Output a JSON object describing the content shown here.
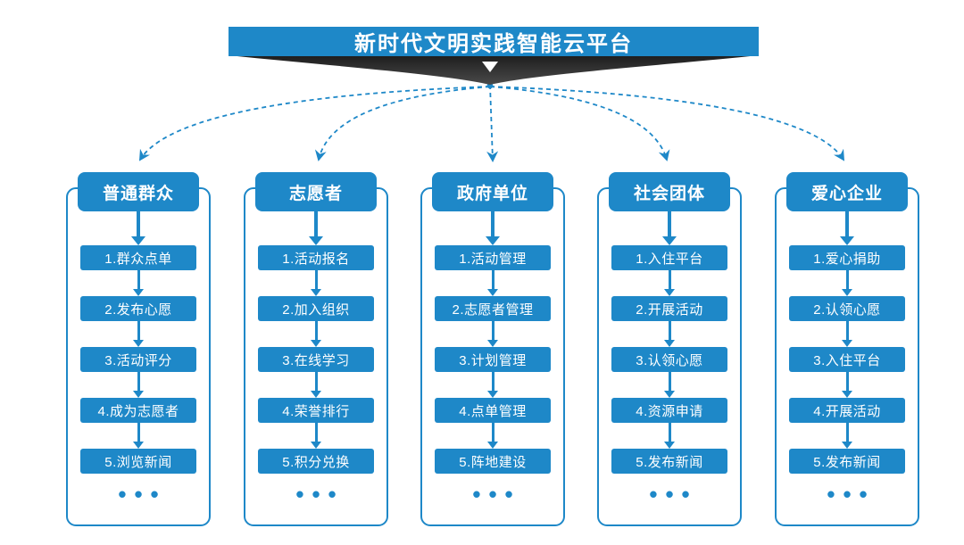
{
  "banner": {
    "title": "新时代文明实践智能云平台"
  },
  "colors": {
    "primary": "#1e88c8",
    "ribbon_dark": "#2a2a2a",
    "background": "#ffffff"
  },
  "columns": [
    {
      "header": "普通群众",
      "steps": [
        "1.群众点单",
        "2.发布心愿",
        "3.活动评分",
        "4.成为志愿者",
        "5.浏览新闻"
      ],
      "more": "•••"
    },
    {
      "header": "志愿者",
      "steps": [
        "1.活动报名",
        "2.加入组织",
        "3.在线学习",
        "4.荣誉排行",
        "5.积分兑换"
      ],
      "more": "•••"
    },
    {
      "header": "政府单位",
      "steps": [
        "1.活动管理",
        "2.志愿者管理",
        "3.计划管理",
        "4.点单管理",
        "5.阵地建设"
      ],
      "more": "•••"
    },
    {
      "header": "社会团体",
      "steps": [
        "1.入住平台",
        "2.开展活动",
        "3.认领心愿",
        "4.资源申请",
        "5.发布新闻"
      ],
      "more": "•••"
    },
    {
      "header": "爱心企业",
      "steps": [
        "1.爱心捐助",
        "2.认领心愿",
        "3.入住平台",
        "4.开展活动",
        "5.发布新闻"
      ],
      "more": "•••"
    }
  ]
}
